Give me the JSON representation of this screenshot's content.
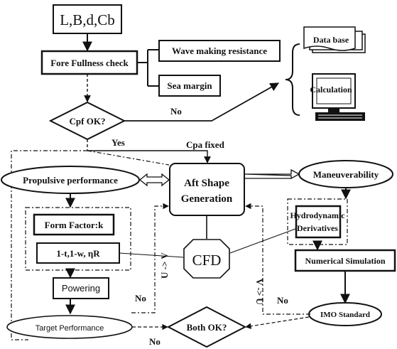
{
  "colors": {
    "stroke": "#111111",
    "fill": "#ffffff",
    "text": "#111111",
    "monitor_screen": "#ffffff"
  },
  "nodes": {
    "input_params": "L,B,d,Cb",
    "fore_fullness": "Fore Fullness check",
    "wave_resistance": "Wave making resistance",
    "sea_margin": "Sea margin",
    "cpf_ok": "Cpf OK?",
    "database": "Data base",
    "calculation": "Calculation",
    "propulsive": "Propulsive performance",
    "aft_shape_line1": "Aft Shape",
    "aft_shape_line2": "Generation",
    "maneuverability": "Maneuverability",
    "form_factor": "Form Factor:k",
    "thrust_wake": "1-t,1-w, ηR",
    "hydro_line1": "Hydrodynamic",
    "hydro_line2": "Derivatives",
    "cfd": "CFD",
    "numerical_sim": "Numerical Simulation",
    "powering": "Powering",
    "target_perf": "Target Performance",
    "both_ok": "Both OK?",
    "imo": "IMO Standard"
  },
  "labels": {
    "no_cpf": "No",
    "yes_cpf": "Yes",
    "cpa_fixed": "Cpa fixed",
    "u_to_v": "U -> V",
    "v_to_u": "V -> U",
    "no_target": "No",
    "no_imo": "No",
    "no_bottom": "No"
  },
  "icons": {
    "database": "database-stack-icon",
    "computer": "desktop-computer-icon"
  }
}
